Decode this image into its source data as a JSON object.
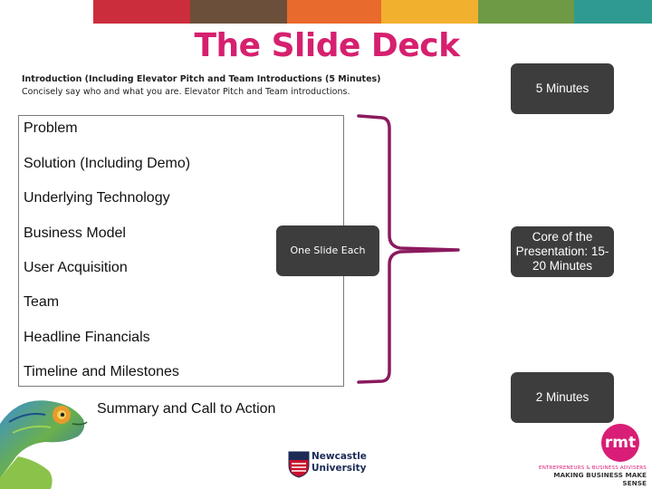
{
  "header": {
    "color_bar": [
      "#ffffff",
      "#cc2d3c",
      "#6b4f3a",
      "#e86a2c",
      "#f2b02f",
      "#6e9a45",
      "#2f9b90"
    ]
  },
  "slide": {
    "title": "The Slide Deck",
    "intro_heading": "Introduction (Including Elevator Pitch and Team Introductions (5 Minutes)",
    "intro_body": "Concisely say who and what you are. Elevator Pitch and Team introductions.",
    "items": [
      "Problem",
      "Solution (Including Demo)",
      "Underlying Technology",
      "Business Model",
      "User Acquisition",
      "Team",
      "Headline Financials",
      "Timeline and Milestones"
    ],
    "summary": "Summary and Call to Action",
    "one_slide_label": "One Slide Each",
    "time_5": "5 Minutes",
    "time_core": "Core of the Presentation: 15-20 Minutes",
    "time_2": "2 Minutes"
  },
  "logos": {
    "university_line1": "Newcastle",
    "university_line2": "University",
    "rmt": "rmt",
    "rmt_small": "ENTREPRENEURS & BUSINESS ADVISERS",
    "rmt_tagline": "MAKING BUSINESS MAKE SENSE"
  },
  "colors": {
    "title": "#d6206f",
    "brace": "#8b1a5e",
    "pill": "#3d3d3d"
  }
}
